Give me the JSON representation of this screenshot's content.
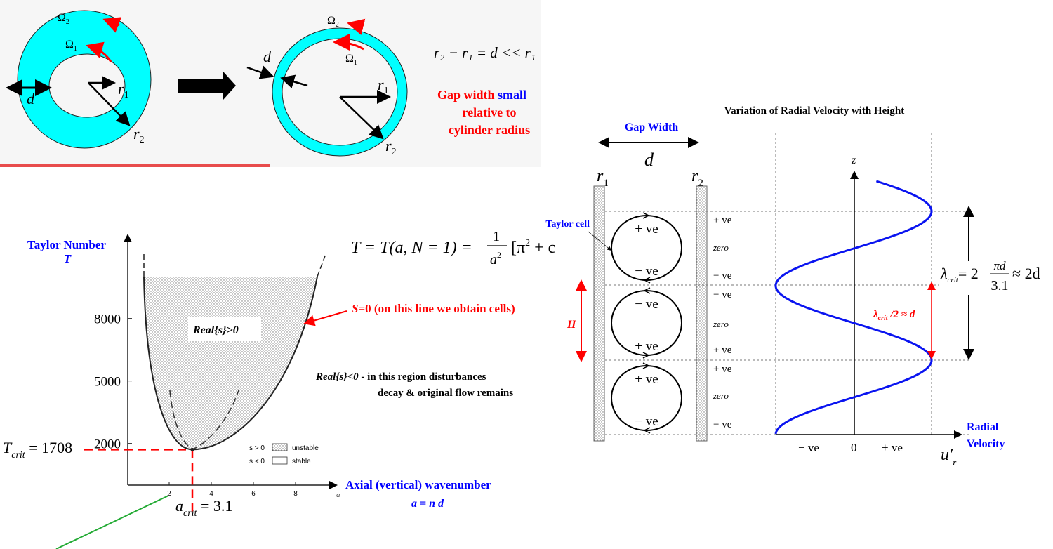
{
  "colors": {
    "annulus": "#00ffff",
    "red": "#ff0000",
    "blue": "#0000ff",
    "green": "#22aa33",
    "panel_bg": "#f6f6f6"
  },
  "top_panel": {
    "omega2": {
      "base": "Ω",
      "sub": "2"
    },
    "omega1": {
      "base": "Ω",
      "sub": "1"
    },
    "r1": {
      "base": "r",
      "sub": "1"
    },
    "r2": {
      "base": "r",
      "sub": "2"
    },
    "d": "d",
    "relation": "r₂ − r₁ = d << r₁",
    "note_red_1": "Gap width ",
    "note_blue": "small",
    "note_red_2": "relative to",
    "note_red_3": "cylinder radius"
  },
  "equation": {
    "lhs": "T = T(a, N = 1) =",
    "num": "1",
    "den": "a",
    "den_sup": "2",
    "rhs": "[π",
    "rhs_sup": "2",
    "rhs_tail": " + c"
  },
  "chart_data": {
    "type": "line",
    "ylabel": "Taylor Number",
    "ylabel_symbol": "T",
    "xlabel": "Axial (vertical) wavenumber",
    "xlabel_formula": "a = n d",
    "x_axis_letter": "a",
    "x_ticks": [
      "2",
      "4",
      "6",
      "8"
    ],
    "y_ticks": [
      "8000",
      "5000",
      "2000"
    ],
    "critical_point": {
      "a": 3.1,
      "T": 1708
    },
    "t_crit_label": {
      "base": "T",
      "sub": "crit",
      "value": " = 1708"
    },
    "a_crit_label": {
      "base": "a",
      "sub": "crit",
      "value": " = 3.1"
    },
    "region_unstable_label": "Real{s}>0",
    "region_stable_label": "Real{s}<0",
    "region_stable_note_1": " - in this region disturbances",
    "region_stable_note_2": "decay & original flow remains",
    "line_annotation_s": "S",
    "line_annotation_rest": "=0 (on this line we obtain cells)",
    "legend": [
      {
        "symbol": "s > 0",
        "label": "unstable"
      },
      {
        "symbol": "s < 0",
        "label": "stable"
      }
    ]
  },
  "velocity_diagram": {
    "title": "Variation of Radial Velocity with Height",
    "gap_width": "Gap Width",
    "d": "d",
    "r1": {
      "base": "r",
      "sub": "1"
    },
    "r2": {
      "base": "r",
      "sub": "2"
    },
    "taylor_cell": "Taylor cell",
    "H": "H",
    "cells": [
      {
        "top": "+ ve",
        "bottom": "− ve"
      },
      {
        "top": "− ve",
        "bottom": "+ ve"
      },
      {
        "top": "+ ve",
        "bottom": "− ve"
      }
    ],
    "side_labels": [
      "+ ve",
      "zero",
      "− ve",
      "− ve",
      "zero",
      "+ ve",
      "+ ve",
      "zero",
      "− ve"
    ],
    "z": "z",
    "x_ticks": [
      "− ve",
      "0",
      "+ ve"
    ],
    "u_label": "u′",
    "u_sub": "r",
    "radial_1": "Radial",
    "radial_2": "Velocity",
    "lambda_half": "λ",
    "lambda_half_sub": "crit",
    "lambda_half_rest": " /2 ≈ d",
    "lambda": "λ",
    "lambda_sub": "crit",
    "lambda_eq": "= 2",
    "lambda_num": "πd",
    "lambda_den": "3.1",
    "lambda_approx": "≈ 2d"
  }
}
